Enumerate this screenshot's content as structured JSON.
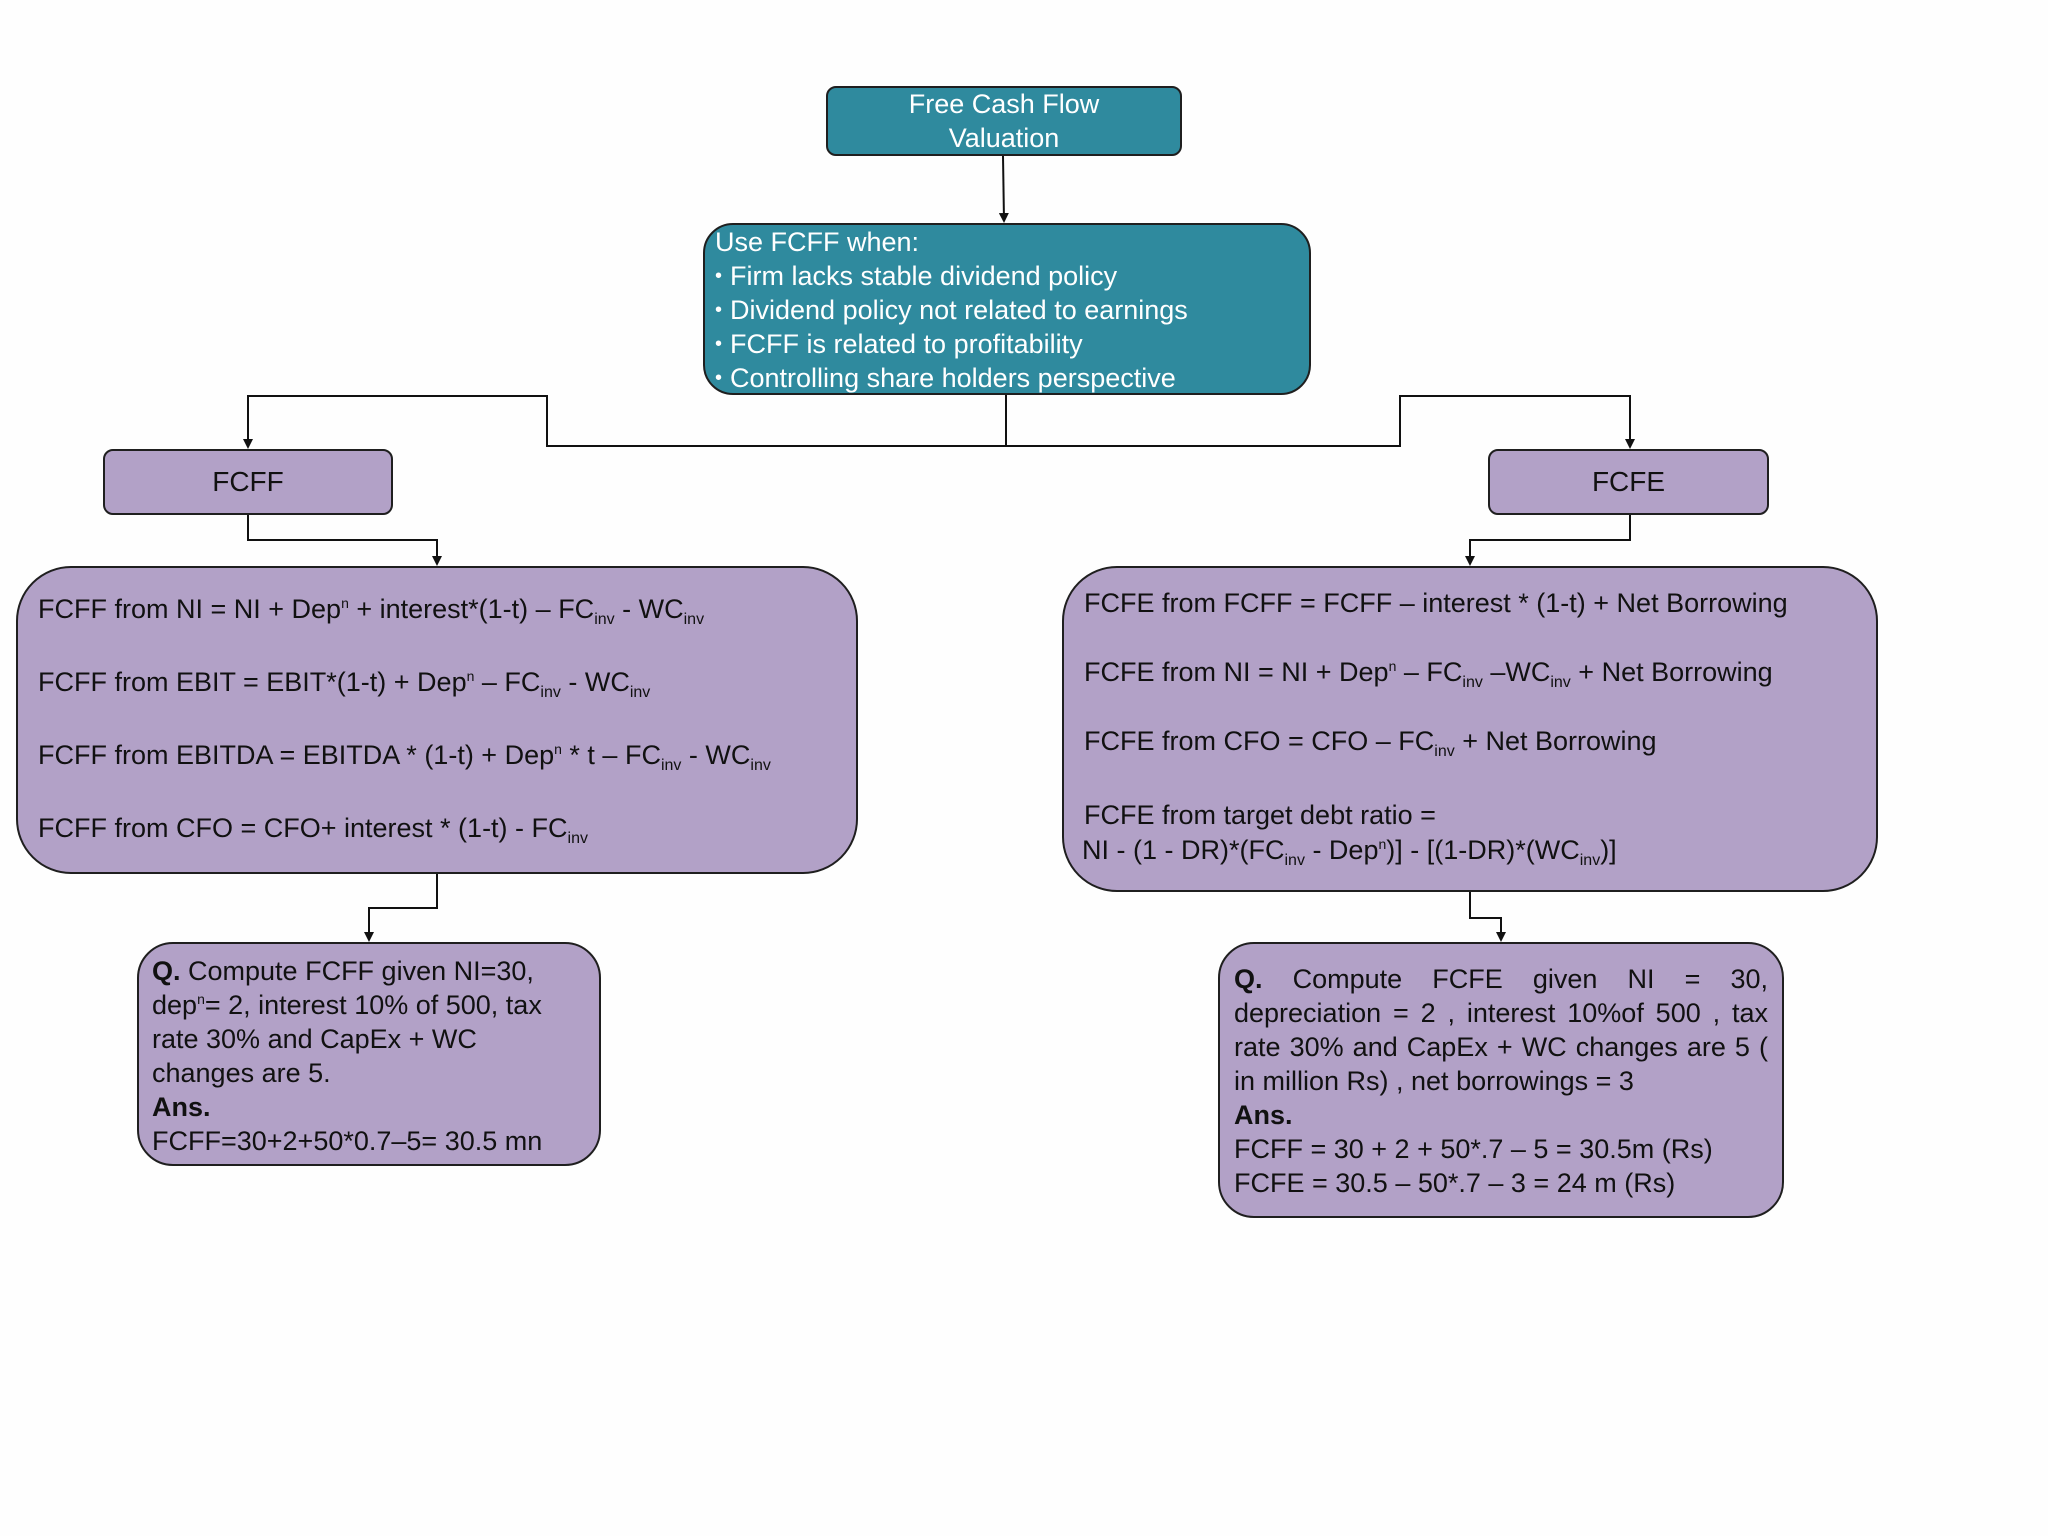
{
  "title": {
    "line1": "Free Cash Flow",
    "line2": "Valuation"
  },
  "fcff_when": {
    "heading": "Use FCFF when:",
    "bullets": [
      "Firm lacks stable dividend policy",
      "Dividend policy not related to earnings",
      "FCFF is related to profitability",
      "Controlling share holders perspective"
    ]
  },
  "fcff": {
    "label": "FCFF",
    "formulas": {
      "from_ni": {
        "text": "FCFF from NI = NI + Dep",
        "sup": "n",
        "t2": " + interest*(1-t) – FC",
        "sub1": "inv",
        "t3": " - WC",
        "sub2": "inv"
      },
      "from_ebit": {
        "text": "FCFF from EBIT = EBIT*(1-t) + Dep",
        "sup": "n",
        "t2": " – FC",
        "sub1": "inv",
        "t3": " - WC",
        "sub2": "inv"
      },
      "from_ebitda": {
        "text": "FCFF from EBITDA = EBITDA * (1-t) + Dep",
        "sup": "n",
        "t2": " * t – FC",
        "sub1": "inv",
        "t3": " - WC",
        "sub2": "inv"
      },
      "from_cfo": {
        "text": "FCFF from CFO = CFO+ interest * (1-t) - FC",
        "sub1": "inv"
      }
    },
    "question": {
      "q_label": "Q.",
      "q_text1": " Compute FCFF given NI=30, dep",
      "q_sup": "n",
      "q_text2": "= 2, interest 10% of 500, tax rate 30% and CapEx + WC changes are 5.",
      "ans_label": "Ans.",
      "ans_text": "FCFF=30+2+50*0.7–5= 30.5 mn"
    }
  },
  "fcfe": {
    "label": "FCFE",
    "formulas": {
      "from_fcff": {
        "text": "FCFE from FCFF = FCFF – interest * (1-t) + Net Borrowing"
      },
      "from_ni": {
        "text": "FCFE from NI = NI + Dep",
        "sup": "n",
        "t2": " – FC",
        "sub1": "inv",
        "t3": " –WC",
        "sub2": "inv",
        "t4": " + Net Borrowing"
      },
      "from_cfo": {
        "text": "FCFE from CFO = CFO – FC",
        "sub1": "inv",
        "t2": " + Net Borrowing"
      },
      "from_target": {
        "line1": "FCFE from target debt ratio =",
        "text": "NI - (1 - DR)*(FC",
        "sub1": "inv",
        "t2": " - Dep",
        "sup": "n",
        "t3": ")] - [(1-DR)*(WC",
        "sub2": "inv",
        "t4": ")]"
      }
    },
    "question": {
      "q_label": "Q.",
      "q_text": " Compute FCFE given NI = 30, depreciation = 2 , interest 10%of 500 , tax rate 30% and CapEx + WC changes are 5 ( in million Rs) , net borrowings = 3",
      "ans_label": "Ans.",
      "ans_line1": "FCFF = 30 + 2 + 50*.7 – 5 = 30.5m (Rs)",
      "ans_line2": "FCFE = 30.5 – 50*.7 – 3 = 24 m (Rs)"
    }
  }
}
